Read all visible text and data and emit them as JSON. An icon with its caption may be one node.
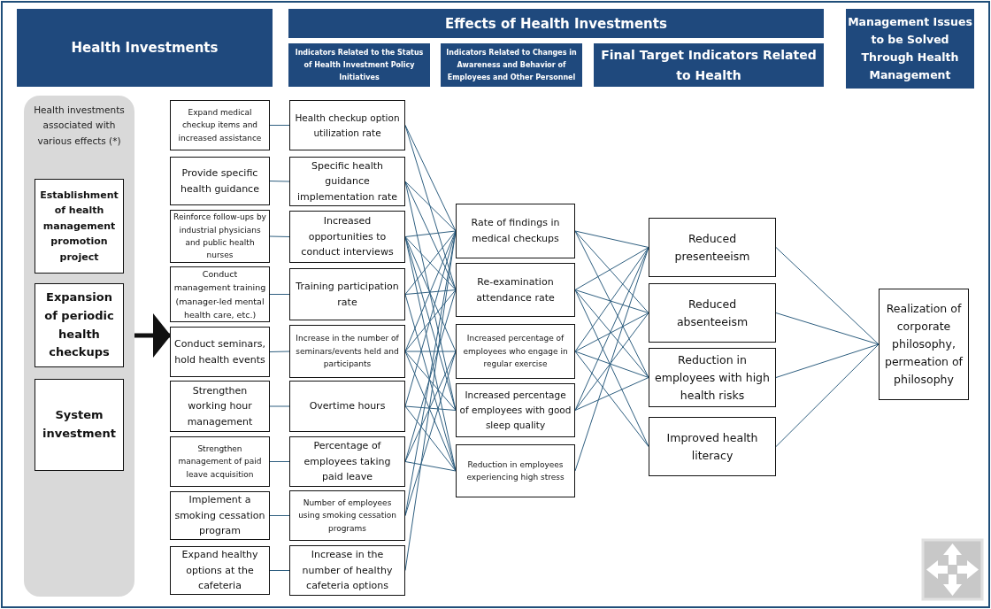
{
  "diagram": {
    "nodes": [
      {
        "text": [
          "Health Investments"
        ]
      },
      {
        "text": [
          "Effects of Health Investments"
        ]
      },
      {
        "text": [
          "Indicators Related to the Status of Health Investment Policy Initiatives"
        ]
      },
      {
        "text": [
          "Indicators Related to Changes in Awareness and Behavior of Employees and Other Personnel"
        ]
      },
      {
        "text": [
          "Final Target Indicators Related to Health"
        ]
      },
      {
        "text": [
          "Management Issues to be Solved Through Health Management"
        ]
      },
      {
        "text": [
          "Health investments associated with various effects (*)"
        ]
      },
      {
        "text": [
          "Establishment of health management promotion project"
        ],
        "in": 6
      },
      {
        "text": [
          "Expansion of periodic health checkups"
        ],
        "in": 6
      },
      {
        "text": [
          "System investment"
        ],
        "in": 6
      },
      {
        "text": [
          "Expand medical checkup items and increased assistance"
        ]
      },
      {
        "text": [
          "Provide specific health guidance"
        ]
      },
      {
        "text": [
          "Reinforce follow-ups by industrial physicians and public health nurses"
        ]
      },
      {
        "text": [
          "Conduct management training (manager-led mental health care, etc.)"
        ]
      },
      {
        "text": [
          "Conduct seminars, hold health events"
        ]
      },
      {
        "text": [
          "Strengthen working hour management"
        ]
      },
      {
        "text": [
          "Strengthen management of paid leave acquisition"
        ]
      },
      {
        "text": [
          "Implement a smoking cessation program"
        ]
      },
      {
        "text": [
          "Expand healthy options at the cafeteria"
        ]
      },
      {
        "text": [
          "Health checkup option utilization rate"
        ]
      },
      {
        "text": [
          "Specific health guidance implementation rate"
        ]
      },
      {
        "text": [
          "Increased opportunities to conduct interviews"
        ]
      },
      {
        "text": [
          "Training participation rate"
        ]
      },
      {
        "text": [
          "Increase in the number of seminars/events held and participants"
        ]
      },
      {
        "text": [
          "Overtime hours"
        ]
      },
      {
        "text": [
          "Percentage of employees taking paid leave"
        ]
      },
      {
        "text": [
          "Number of employees using smoking cessation programs"
        ]
      },
      {
        "text": [
          "Increase in the number of healthy cafeteria options"
        ]
      },
      {
        "text": [
          "Rate of findings in medical checkups"
        ]
      },
      {
        "text": [
          "Re-examination attendance rate"
        ]
      },
      {
        "text": [
          "Increased percentage of employees who engage in regular exercise"
        ]
      },
      {
        "text": [
          "Increased percentage of employees with good sleep quality"
        ]
      },
      {
        "text": [
          "Reduction in employees experiencing high stress"
        ]
      },
      {
        "text": [
          "Reduced presenteeism"
        ]
      },
      {
        "text": [
          "Reduced absenteeism"
        ]
      },
      {
        "text": [
          "Reduction in employees with high health risks"
        ]
      },
      {
        "text": [
          "Improved health literacy"
        ]
      },
      {
        "text": [
          "Realization of corporate philosophy, permeation of philosophy"
        ]
      }
    ],
    "edges": [
      {
        "from": 6,
        "to": 14,
        "arrow": "to",
        "style": "thick",
        "color": "#111111"
      },
      {
        "from": 10,
        "to": 19,
        "arrow": "none"
      },
      {
        "from": 11,
        "to": 20,
        "arrow": "none"
      },
      {
        "from": 12,
        "to": 21,
        "arrow": "none"
      },
      {
        "from": 13,
        "to": 22,
        "arrow": "none"
      },
      {
        "from": 14,
        "to": 23,
        "arrow": "none"
      },
      {
        "from": 15,
        "to": 24,
        "arrow": "none"
      },
      {
        "from": 16,
        "to": 25,
        "arrow": "none"
      },
      {
        "from": 17,
        "to": 26,
        "arrow": "none"
      },
      {
        "from": 18,
        "to": 27,
        "arrow": "none"
      },
      {
        "from": 19,
        "to": 28,
        "arrow": "none"
      },
      {
        "from": 19,
        "to": 29,
        "arrow": "none"
      },
      {
        "from": 20,
        "to": 28,
        "arrow": "none"
      },
      {
        "from": 20,
        "to": 29,
        "arrow": "none"
      },
      {
        "from": 20,
        "to": 31,
        "arrow": "none"
      },
      {
        "from": 21,
        "to": 28,
        "arrow": "none"
      },
      {
        "from": 21,
        "to": 29,
        "arrow": "none"
      },
      {
        "from": 21,
        "to": 30,
        "arrow": "none"
      },
      {
        "from": 21,
        "to": 31,
        "arrow": "none"
      },
      {
        "from": 21,
        "to": 32,
        "arrow": "none"
      },
      {
        "from": 22,
        "to": 28,
        "arrow": "none"
      },
      {
        "from": 22,
        "to": 29,
        "arrow": "none"
      },
      {
        "from": 22,
        "to": 32,
        "arrow": "none"
      },
      {
        "from": 23,
        "to": 28,
        "arrow": "none"
      },
      {
        "from": 23,
        "to": 29,
        "arrow": "none"
      },
      {
        "from": 23,
        "to": 30,
        "arrow": "none"
      },
      {
        "from": 23,
        "to": 31,
        "arrow": "none"
      },
      {
        "from": 23,
        "to": 32,
        "arrow": "none"
      },
      {
        "from": 24,
        "to": 28,
        "arrow": "none"
      },
      {
        "from": 24,
        "to": 31,
        "arrow": "none"
      },
      {
        "from": 24,
        "to": 32,
        "arrow": "none"
      },
      {
        "from": 25,
        "to": 29,
        "arrow": "none"
      },
      {
        "from": 25,
        "to": 30,
        "arrow": "none"
      },
      {
        "from": 25,
        "to": 32,
        "arrow": "none"
      },
      {
        "from": 26,
        "to": 28,
        "arrow": "none"
      },
      {
        "from": 26,
        "to": 30,
        "arrow": "none"
      },
      {
        "from": 27,
        "to": 28,
        "arrow": "none"
      },
      {
        "from": 28,
        "to": 33,
        "arrow": "none"
      },
      {
        "from": 28,
        "to": 34,
        "arrow": "none"
      },
      {
        "from": 28,
        "to": 35,
        "arrow": "none"
      },
      {
        "from": 29,
        "to": 33,
        "arrow": "none"
      },
      {
        "from": 29,
        "to": 34,
        "arrow": "none"
      },
      {
        "from": 29,
        "to": 35,
        "arrow": "none"
      },
      {
        "from": 29,
        "to": 36,
        "arrow": "none"
      },
      {
        "from": 30,
        "to": 33,
        "arrow": "none"
      },
      {
        "from": 30,
        "to": 34,
        "arrow": "none"
      },
      {
        "from": 30,
        "to": 35,
        "arrow": "none"
      },
      {
        "from": 30,
        "to": 36,
        "arrow": "none"
      },
      {
        "from": 31,
        "to": 33,
        "arrow": "none"
      },
      {
        "from": 31,
        "to": 34,
        "arrow": "none"
      },
      {
        "from": 31,
        "to": 35,
        "arrow": "none"
      },
      {
        "from": 32,
        "to": 33,
        "arrow": "none"
      },
      {
        "from": 33,
        "to": 37,
        "arrow": "none"
      },
      {
        "from": 34,
        "to": 37,
        "arrow": "none"
      },
      {
        "from": 35,
        "to": 37,
        "arrow": "none"
      },
      {
        "from": 36,
        "to": 37,
        "arrow": "none"
      }
    ]
  }
}
